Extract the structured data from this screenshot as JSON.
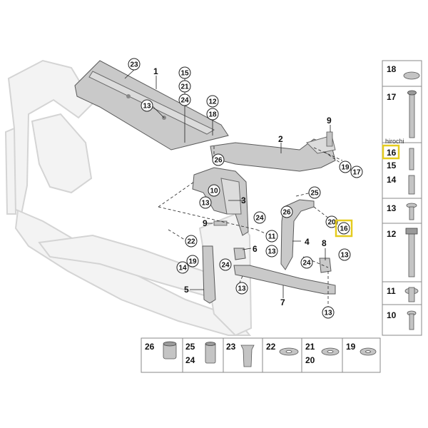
{
  "watermark": "hirochi",
  "main_callouts": {
    "c23_top": "23",
    "c1": "1",
    "c15_top": "15",
    "c21_top": "21",
    "c24_top": "24",
    "c12_top": "12",
    "c18_top": "18",
    "c13_left": "13",
    "c9_top": "9",
    "c2": "2",
    "c26_mid": "26",
    "c19_right": "19",
    "c17_right": "17",
    "c25_mid": "25",
    "c10": "10",
    "c3": "3",
    "c13_mid": "13",
    "c26_low": "26",
    "c24_mid": "24",
    "c20": "20",
    "c16": "16",
    "c9_mid": "9",
    "c11": "11",
    "c4": "4",
    "c22": "22",
    "c6": "6",
    "c13_six": "13",
    "c8": "8",
    "c13_eight": "13",
    "c19_low": "19",
    "c14": "14",
    "c24_low": "24",
    "c24_four": "24",
    "c5": "5",
    "c13_five": "13",
    "c7": "7",
    "c13_bottom": "13"
  },
  "hardware_column": [
    "18",
    "17",
    "16",
    "15",
    "14",
    "13",
    "12",
    "11",
    "10"
  ],
  "hardware_row": [
    {
      "top": "26",
      "bottom": ""
    },
    {
      "top": "25",
      "bottom": "24"
    },
    {
      "top": "23",
      "bottom": ""
    },
    {
      "top": "22",
      "bottom": ""
    },
    {
      "top": "21",
      "bottom": "20"
    },
    {
      "top": "19",
      "bottom": ""
    }
  ],
  "highlight_color": "#e5cc1f"
}
